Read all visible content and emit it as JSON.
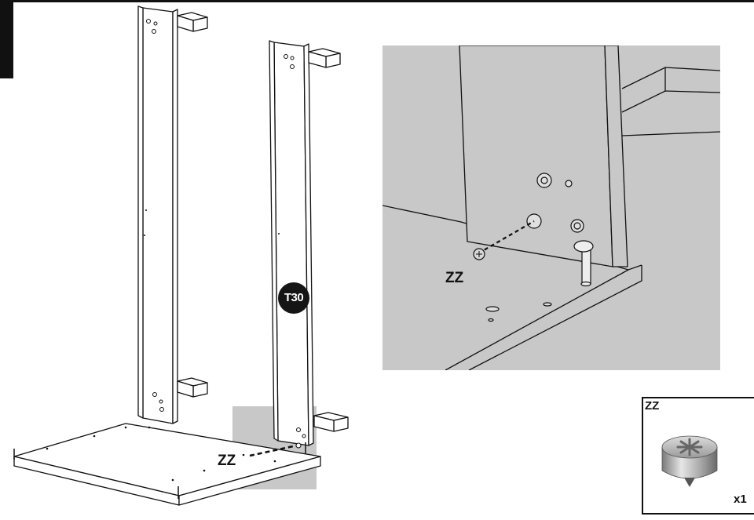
{
  "step": {
    "badge": "T30"
  },
  "parts": {
    "main_callout": "ZZ",
    "zoom_callout": "ZZ",
    "hardware_label": "ZZ",
    "hardware_quantity": "x1"
  },
  "icons": {
    "step_badge": "black-circle",
    "screw": "cam-screw-icon"
  },
  "colors": {
    "line": "#111111",
    "zoom_background": "#c8c8c8",
    "highlight": "#c8c8c8",
    "badge": "#151515"
  }
}
